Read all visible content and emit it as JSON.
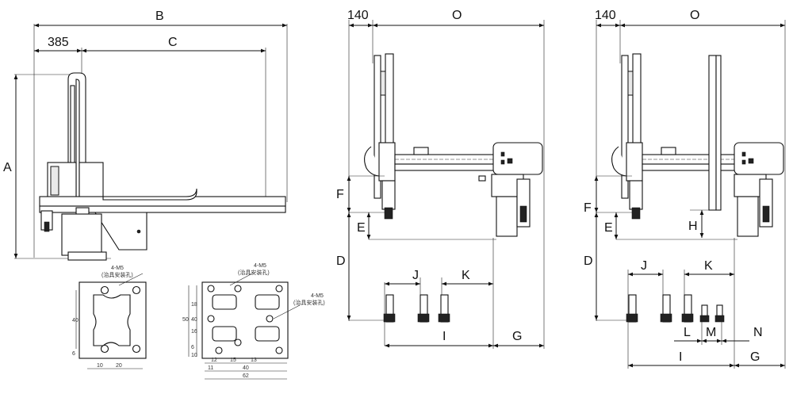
{
  "side_view": {
    "dims": {
      "B": "B",
      "A": "A",
      "C": "C",
      "offset": "385"
    }
  },
  "plate_small": {
    "note": "4-M5",
    "note_sub": "(治具安装孔)",
    "dims": [
      "40",
      "6",
      "10",
      "20"
    ]
  },
  "plate_large": {
    "note_top": "4-M5",
    "note_top_sub": "(治具安装孔)",
    "note_side": "4-M5",
    "note_side_sub": "(治具安装孔)",
    "v_dims": [
      "50",
      "40",
      "18",
      "16",
      "6",
      "10"
    ],
    "h_dims": [
      "12",
      "15",
      "13",
      "11",
      "40",
      "62"
    ]
  },
  "front_view_1": {
    "dims": {
      "offset": "140",
      "O": "O",
      "F": "F",
      "E": "E",
      "D": "D",
      "J": "J",
      "K": "K",
      "I": "I",
      "G": "G"
    }
  },
  "front_view_2": {
    "dims": {
      "offset": "140",
      "O": "O",
      "F": "F",
      "E": "E",
      "D": "D",
      "H": "H",
      "J": "J",
      "K": "K",
      "L": "L",
      "M": "M",
      "N": "N",
      "I": "I",
      "G": "G"
    }
  }
}
